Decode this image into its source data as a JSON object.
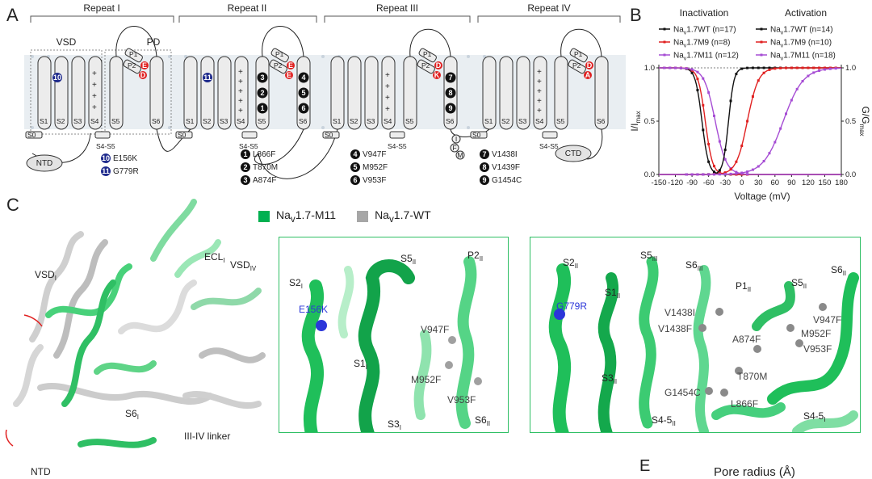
{
  "panel_letters": {
    "a": "A",
    "b": "B",
    "c": "C",
    "e": "E"
  },
  "topology": {
    "repeats": [
      "Repeat I",
      "Repeat II",
      "Repeat III",
      "Repeat IV"
    ],
    "domain_labels": {
      "vsd": "VSD",
      "pd": "PD",
      "ntd": "NTD",
      "ctd": "CTD",
      "s45": "S4-S5",
      "s0": "S0",
      "s4s5_short": "S4-S5"
    },
    "segment_labels": [
      "S1",
      "S2",
      "S3",
      "S4",
      "S5",
      "S6"
    ],
    "s4_charges": "+",
    "p_labels": {
      "p1": "P1",
      "p2": "P2"
    },
    "filter_res": {
      "r1": [
        "E",
        "D"
      ],
      "r2": [
        "E",
        "E"
      ],
      "r3": [
        "D",
        "K"
      ],
      "r4": [
        "D",
        "A"
      ]
    },
    "ifm": [
      "I",
      "F",
      "M"
    ],
    "vsd_mutations": [
      {
        "num": "10",
        "label": "E156K"
      },
      {
        "num": "11",
        "label": "G779R"
      }
    ],
    "pore_mutations_a": [
      {
        "num": "1",
        "label": "L866F"
      },
      {
        "num": "2",
        "label": "T870M"
      },
      {
        "num": "3",
        "label": "A874F"
      }
    ],
    "pore_mutations_b": [
      {
        "num": "4",
        "label": "V947F"
      },
      {
        "num": "5",
        "label": "M952F"
      },
      {
        "num": "6",
        "label": "V953F"
      }
    ],
    "pore_mutations_c": [
      {
        "num": "7",
        "label": "V1438I"
      },
      {
        "num": "8",
        "label": "V1439F"
      },
      {
        "num": "9",
        "label": "G1454C"
      }
    ]
  },
  "chart_data": {
    "type": "line",
    "title_left": "Inactivation",
    "title_right": "Activation",
    "xlabel": "Voltage (mV)",
    "ylabel_left": "I/I",
    "ylabel_left_sub": "max",
    "ylabel_right": "G/G",
    "ylabel_right_sub": "max",
    "x_ticks": [
      -150,
      -120,
      -90,
      -60,
      -30,
      0,
      30,
      60,
      90,
      120,
      150,
      180
    ],
    "y_ticks": [
      0.0,
      0.5,
      1.0
    ],
    "y_tick_labels": [
      "0.0",
      "0.5",
      "1.0"
    ],
    "xlim": [
      -150,
      180
    ],
    "ylim": [
      0,
      1
    ],
    "series": [
      {
        "name": "Nav1.7WT (n=17)",
        "label_pre": "Na",
        "label_sub": "v",
        "label_post": "1.7WT (n=17)",
        "kind": "inactivation",
        "color": "#111111",
        "v_half": -72,
        "k": 6
      },
      {
        "name": "Nav1.7M9 (n=8)",
        "label_pre": "Na",
        "label_sub": "v",
        "label_post": "1.7M9 (n=8)",
        "kind": "inactivation",
        "color": "#e02020",
        "v_half": -66,
        "k": 6.5
      },
      {
        "name": "Nav1.7M11 (n=12)",
        "label_pre": "Na",
        "label_sub": "v",
        "label_post": "1.7M11 (n=12)",
        "kind": "inactivation",
        "color": "#a64dd4",
        "v_half": -48,
        "k": 10
      },
      {
        "name": "Nav1.7WT (n=14)",
        "label_pre": "Na",
        "label_sub": "v",
        "label_post": "1.7WT (n=14)",
        "kind": "activation",
        "color": "#111111",
        "v_half": -24,
        "k": 5
      },
      {
        "name": "Nav1.7M9 (n=10)",
        "label_pre": "Na",
        "label_sub": "v",
        "label_post": "1.7M9 (n=10)",
        "kind": "activation",
        "color": "#e02020",
        "v_half": 10,
        "k": 10
      },
      {
        "name": "Nav1.7M11 (n=18)",
        "label_pre": "Na",
        "label_sub": "v",
        "label_post": "1.7M11 (n=18)",
        "kind": "activation",
        "color": "#a64dd4",
        "v_half": 75,
        "k": 18
      }
    ]
  },
  "structure": {
    "legend": {
      "m11_pre": "Na",
      "m11_sub": "v",
      "m11_post": "1.7-M11",
      "m11_color": "#00b050",
      "wt_pre": "Na",
      "wt_sub": "v",
      "wt_post": "1.7-WT",
      "wt_color": "#a6a6a6"
    },
    "overview_labels": {
      "ecl": "ECL",
      "ecl_sub": "I",
      "vsd1": "VSD",
      "vsd1_sub": "I",
      "vsd4": "VSD",
      "vsd4_sub": "IV",
      "s6": "S6",
      "s6_sub": "I",
      "linker": "III-IV linker",
      "ntd": "NTD"
    },
    "zoom1": {
      "s2": "S2",
      "s2_sub": "I",
      "s5": "S5",
      "s5_sub": "II",
      "p2": "P2",
      "p2_sub": "II",
      "s1": "S1",
      "s1_sub": "I",
      "s3": "S3",
      "s3_sub": "I",
      "s6": "S6",
      "s6_sub": "II",
      "mut_vsd": "E156K",
      "mut1": "V947F",
      "mut2": "M952F",
      "mut3": "V953F"
    },
    "zoom2": {
      "s2": "S2",
      "s2_sub": "II",
      "s1": "S1",
      "s1_sub": "II",
      "s5iii": "S5",
      "s5iii_sub": "III",
      "s6iii": "S6",
      "s6iii_sub": "III",
      "p1": "P1",
      "p1_sub": "II",
      "s5ii": "S5",
      "s5ii_sub": "II",
      "s6ii": "S6",
      "s6ii_sub": "II",
      "s3": "S3",
      "s3_sub": "II",
      "s45ii": "S4-5",
      "s45ii_sub": "II",
      "s45i": "S4-5",
      "s45i_sub": "I",
      "mut_vsd": "G779R",
      "muts": [
        "V1438I",
        "V1438F",
        "V947F",
        "A874F",
        "M952F",
        "V953F",
        "T870M",
        "G1454C",
        "L866F"
      ]
    }
  },
  "panel_e": {
    "title": "Pore radius (Å)"
  }
}
